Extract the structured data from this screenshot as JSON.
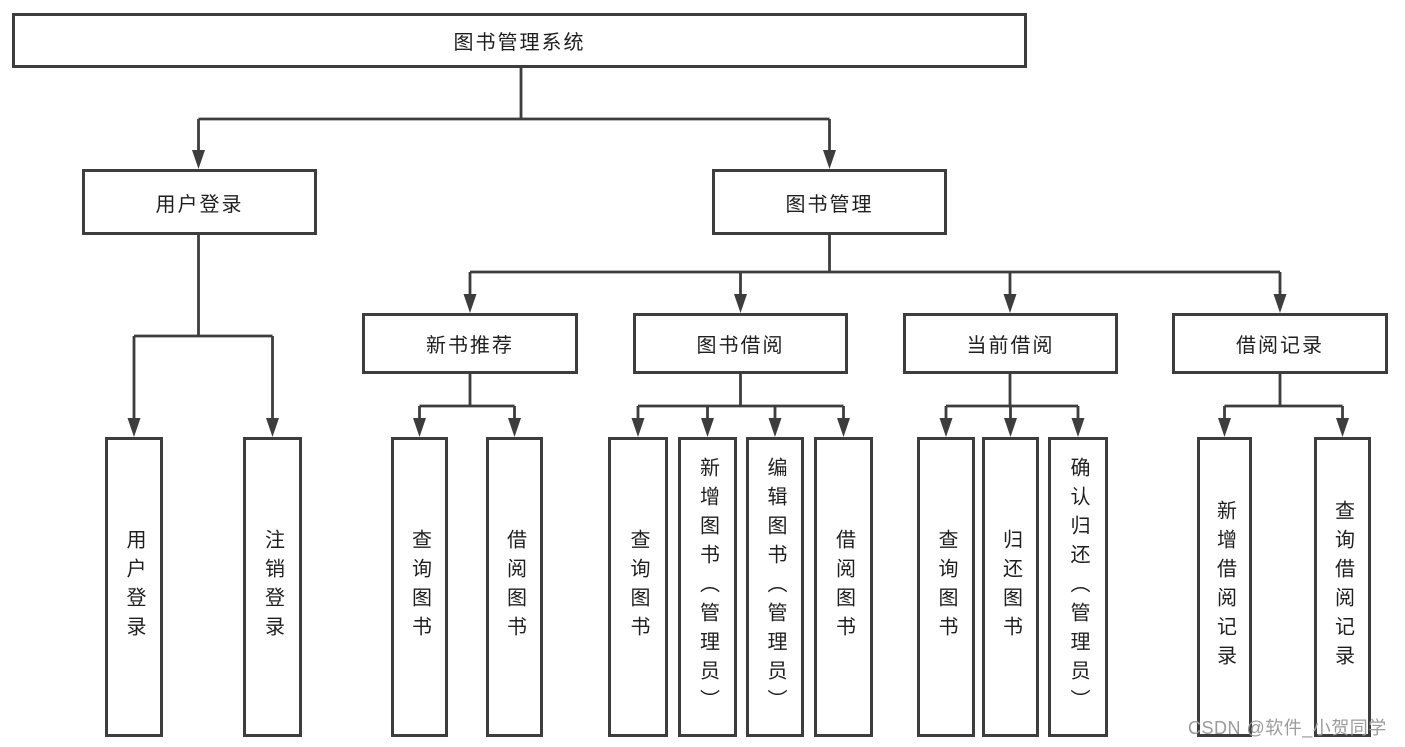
{
  "diagram": {
    "root": {
      "label": "图书管理系统"
    },
    "branches": [
      {
        "label": "用户登录",
        "children": [
          "用户登录",
          "注销登录"
        ]
      },
      {
        "label": "图书管理",
        "children": [
          {
            "label": "新书推荐",
            "children": [
              "查询图书",
              "借阅图书"
            ]
          },
          {
            "label": "图书借阅",
            "children": [
              "查询图书",
              "新增图书（管理员）",
              "编辑图书（管理员）",
              "借阅图书"
            ]
          },
          {
            "label": "当前借阅",
            "children": [
              "查询图书",
              "归还图书",
              "确认归还（管理员）"
            ]
          },
          {
            "label": "借阅记录",
            "children": [
              "新增借阅记录",
              "查询借阅记录"
            ]
          }
        ]
      }
    ],
    "colors": {
      "border": "#3d3d3d",
      "text": "#1f1f1f",
      "background": "#ffffff",
      "watermark": "#9b9b9b"
    }
  },
  "watermark": {
    "text": "CSDN @软件_小贺同学"
  }
}
